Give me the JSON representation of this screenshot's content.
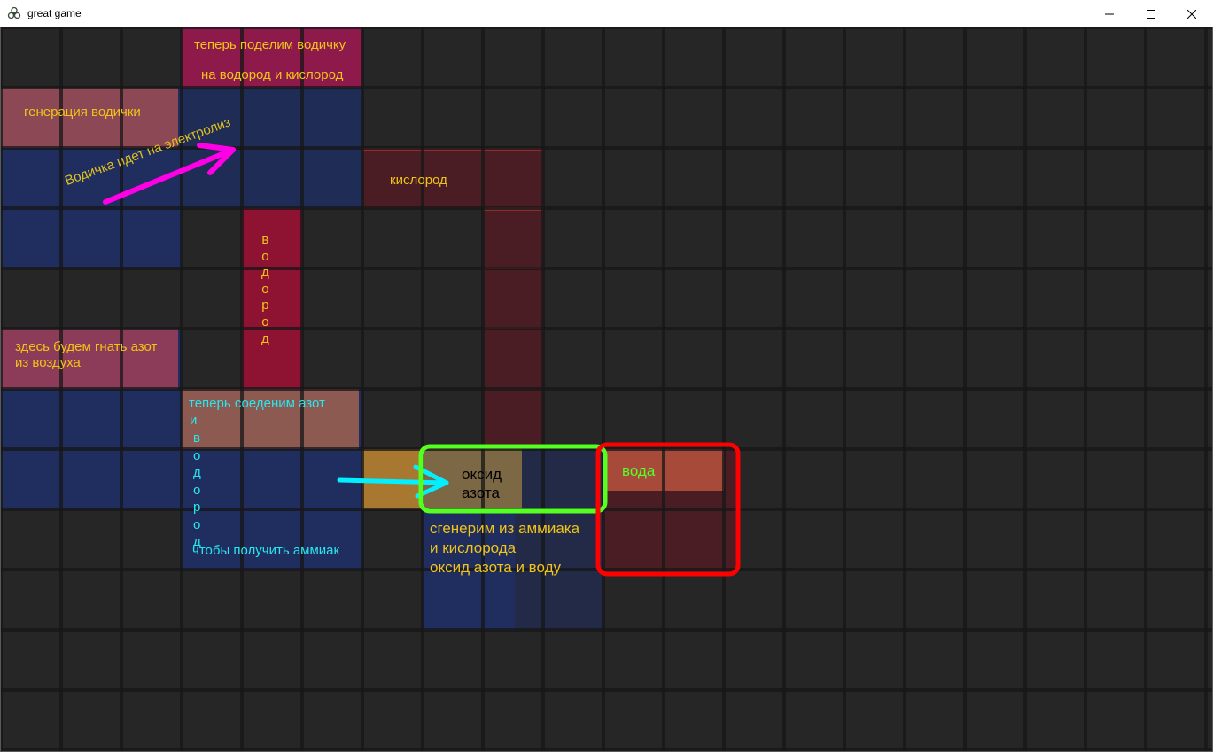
{
  "window": {
    "title": "great game",
    "app_icon": "biohazard-icon",
    "controls": [
      "minimize-icon",
      "maximize-icon",
      "close-icon"
    ]
  },
  "colors": {
    "background": "#262626",
    "grid_line": "#171717",
    "blue_zone": "#1f2e5e",
    "pink_zone": "#8c4854",
    "crimson_zone": "#8e1231",
    "maroon_zone": "#4a1c24",
    "orange_zone": "#a87830",
    "tan_zone": "#7d6845",
    "yellow_text": "#f0c419",
    "cyan_text": "#29e6f0",
    "green_text": "#57ff29",
    "magenta_arrow": "#ff00e6",
    "cyan_arrow": "#00f0ff",
    "green_frame": "#55ff22",
    "red_frame": "#ff0000"
  },
  "labels": {
    "split_water_line1": "теперь поделим водичку",
    "split_water_line2": "на водород и кислород",
    "water_generation": "генерация водички",
    "electrolysis_note": "Водичка идет на электролиз",
    "oxygen": "кислород",
    "hydrogen_vertical": [
      "в",
      "о",
      "д",
      "о",
      "р",
      "о",
      "д"
    ],
    "nitrogen_line1": "здесь будем гнать азот",
    "nitrogen_line2": "из воздуха",
    "combine_line1": "теперь соеденим азот",
    "combine_line2": "и",
    "combine_vertical": [
      "в",
      "о",
      "д",
      "о",
      "р",
      "о",
      "д"
    ],
    "combine_line3": "чтобы получить аммиак",
    "nitric_oxide_line1": "оксид",
    "nitric_oxide_line2": "азота",
    "water": "вода",
    "generate_line1": "сгенерим из аммиака",
    "generate_line2": "и кислорода",
    "generate_line3": "оксид азота и воду"
  }
}
